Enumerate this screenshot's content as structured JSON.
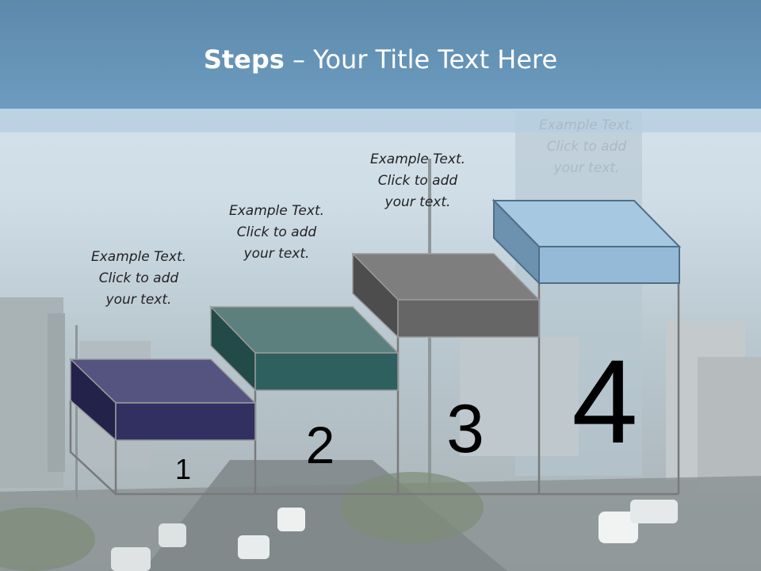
{
  "title": {
    "bold": "Steps",
    "rest": " – Your Title Text Here"
  },
  "steps": [
    {
      "number": "1",
      "text": "Example Text.\nClick  to add\nyour text.",
      "front": "#323060",
      "top": "#555380",
      "side": "#23224a"
    },
    {
      "number": "2",
      "text": "Example Text.\nClick  to add\nyour text.",
      "front": "#2f6060",
      "top": "#5c807d",
      "side": "#224a48"
    },
    {
      "number": "3",
      "text": "Example Text.\nClick  to add\nyour text.",
      "front": "#666666",
      "top": "#7e7e7e",
      "side": "#4d4d4d"
    },
    {
      "number": "4",
      "text": "Example Text.\nClick  to add\nyour text.",
      "front": "#94bad8",
      "top": "#a6c8e0",
      "side": "#6c92b0"
    }
  ]
}
